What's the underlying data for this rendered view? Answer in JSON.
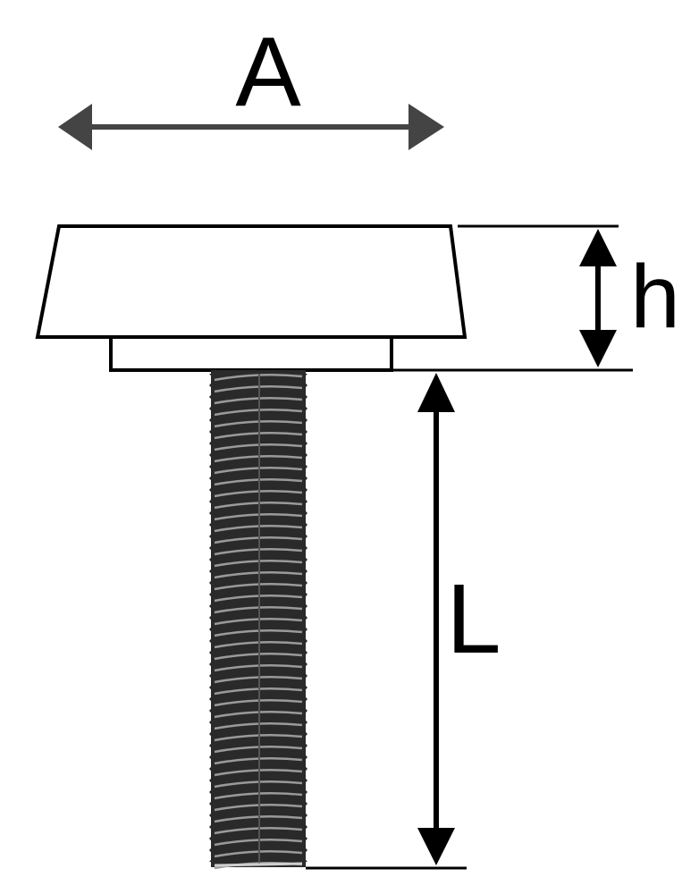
{
  "labels": {
    "width": "A",
    "height": "h",
    "length": "L"
  },
  "colors": {
    "line": "#000000",
    "arrow_grey": "#444444",
    "thread_dark": "#2a2a2a",
    "thread_light": "#9a9a9a",
    "background": "#ffffff"
  }
}
